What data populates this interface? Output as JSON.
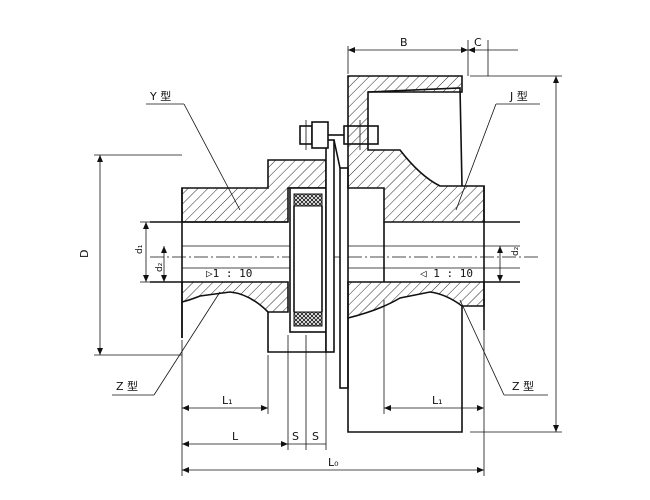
{
  "labels": {
    "B": "B",
    "C": "C",
    "Y_type": "Y 型",
    "J_type": "J 型",
    "Z_type_left": "Z 型",
    "Z_type_right": "Z 型",
    "D": "D",
    "d1": "d₁",
    "d2_left": "d₂",
    "d2_right": "d₂",
    "taper_left": "▷1 : 10",
    "taper_right": "◁ 1 : 10",
    "L1_left": "L₁",
    "L1_right": "L₁",
    "L": "L",
    "S1": "S",
    "S2": "S",
    "L0": "L₀"
  }
}
